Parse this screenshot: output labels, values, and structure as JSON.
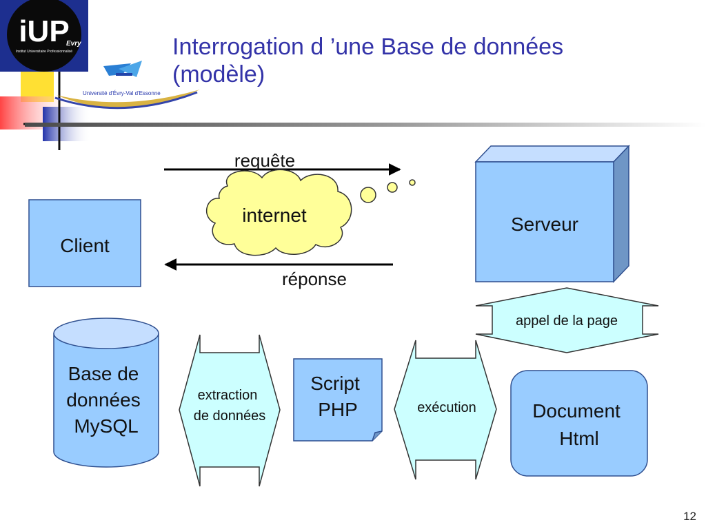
{
  "slide": {
    "title": "Interrogation d ’une Base de données\n(modèle)",
    "page_number": "12"
  },
  "logos": {
    "iup": {
      "main": "iUP",
      "tagline": "Evry",
      "subtitle": "Institut Universitaire Professionnalisé"
    },
    "university": "Université d'Évry-Val d'Essonne"
  },
  "diagram": {
    "client": "Client",
    "serveur": "Serveur",
    "internet": "internet",
    "requete": "requête",
    "reponse": "réponse",
    "appel": "appel de la page",
    "database": [
      "Base de",
      "données",
      "MySQL"
    ],
    "extraction": [
      "extraction",
      "de données"
    ],
    "script": [
      "Script",
      "PHP"
    ],
    "execution": "exécution",
    "document": [
      "Document",
      "Html"
    ]
  },
  "colors": {
    "title": "#3333a8",
    "box_fill": "#99ccff",
    "box_stroke": "#2f4f8f",
    "cloud_fill": "#ffff99",
    "arrow_fill": "#ccffff"
  }
}
